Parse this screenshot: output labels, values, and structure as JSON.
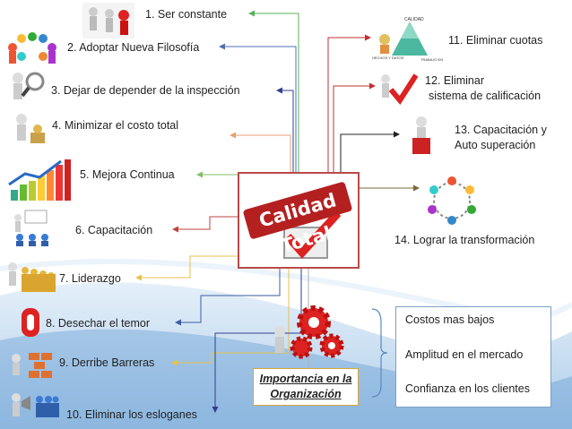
{
  "center": {
    "title": "Calidad Total"
  },
  "points": [
    {
      "label": "1. Ser constante"
    },
    {
      "label": "2. Adoptar Nueva Filosofía"
    },
    {
      "label": "3. Dejar de depender de la inspección"
    },
    {
      "label": "4. Minimizar el costo total"
    },
    {
      "label": "5. Mejora Continua"
    },
    {
      "label": "6. Capacitación"
    },
    {
      "label": "7. Liderazgo"
    },
    {
      "label": "8. Desechar el temor"
    },
    {
      "label": "9. Derribe Barreras"
    },
    {
      "label": "10. Eliminar los esloganes"
    },
    {
      "label": "11. Eliminar cuotas"
    },
    {
      "label_line1": "12. Eliminar",
      "label_line2": "sistema de calificación"
    },
    {
      "label_line1": "13. Capacitación y",
      "label_line2": "Auto superación"
    },
    {
      "label": "14. Lograr la transformación"
    }
  ],
  "importance": {
    "line1": "Importancia en la",
    "line2": "Organización"
  },
  "benefits": [
    "Costos mas bajos",
    "Amplitud en el mercado",
    "Confianza en los clientes"
  ],
  "icon_texts": {
    "quality_triangle": [
      "CALIDAD",
      "HECHOS Y DATOS",
      "TRABAJO EN EQUIPO"
    ]
  },
  "colors": {
    "center_border": "#b94a48",
    "benefits_border": "#7ba0c8",
    "importance_border": "#d8a63a"
  }
}
